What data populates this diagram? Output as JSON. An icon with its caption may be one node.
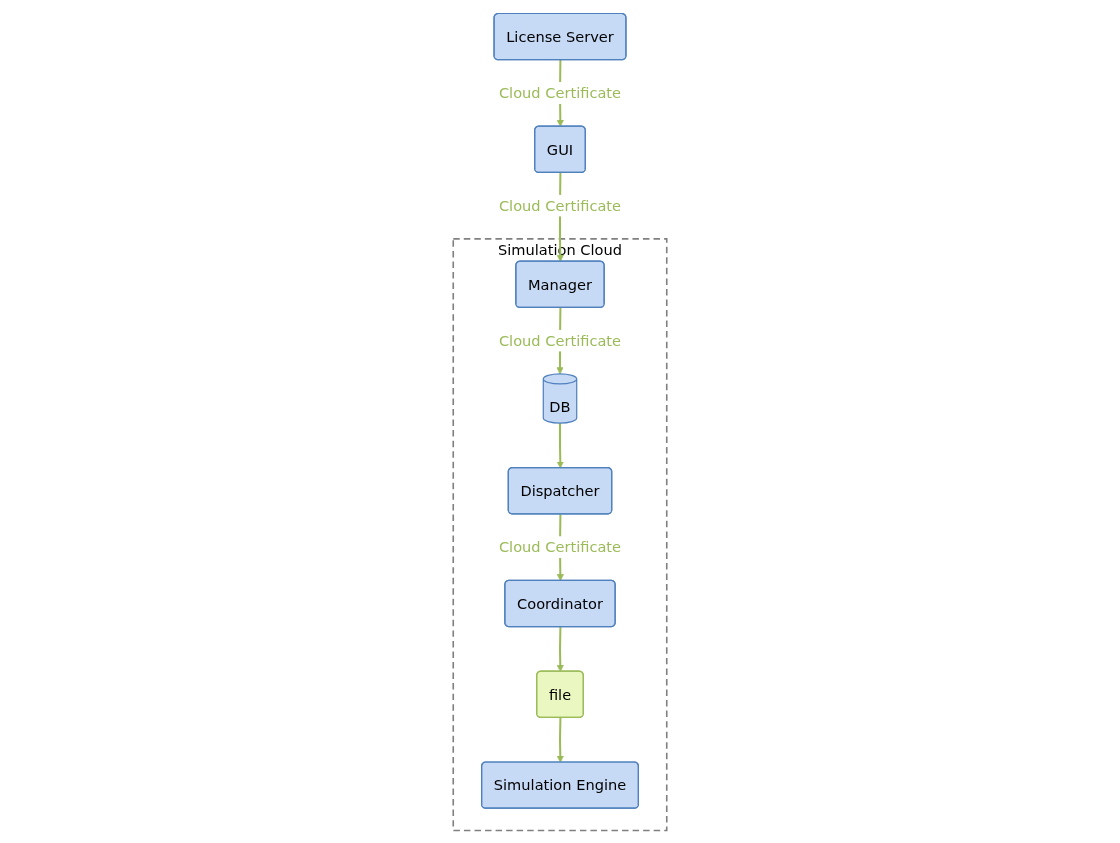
{
  "diagram": {
    "nodes": [
      {
        "text": [
          "GUI"
        ]
      },
      {
        "text": [
          "License Server"
        ]
      },
      {
        "text": [
          "Simulation Cloud"
        ]
      },
      {
        "text": [
          "Manager"
        ],
        "in": 2
      },
      {
        "text": [
          "DB"
        ],
        "in": 2
      },
      {
        "text": [
          "Dispatcher"
        ],
        "in": 2
      },
      {
        "text": [
          "file"
        ],
        "in": 2
      },
      {
        "text": [
          "Simulation Engine"
        ],
        "in": 2
      },
      {
        "text": [
          "Coordinator"
        ],
        "in": 2
      }
    ],
    "edges": [
      {
        "from": 1,
        "to": 0,
        "arrow": "to",
        "label": "Cloud Certificate"
      },
      {
        "from": 0,
        "to": 3,
        "arrow": "to",
        "label": "Cloud Certificate"
      },
      {
        "from": 3,
        "to": 4,
        "arrow": "to",
        "label": "Cloud Certificate"
      },
      {
        "from": 4,
        "to": 5,
        "arrow": "to"
      },
      {
        "from": 5,
        "to": 8,
        "arrow": "to",
        "label": "Cloud Certificate"
      },
      {
        "from": 8,
        "to": 6,
        "arrow": "to"
      },
      {
        "from": 6,
        "to": 7,
        "arrow": "to"
      }
    ]
  }
}
